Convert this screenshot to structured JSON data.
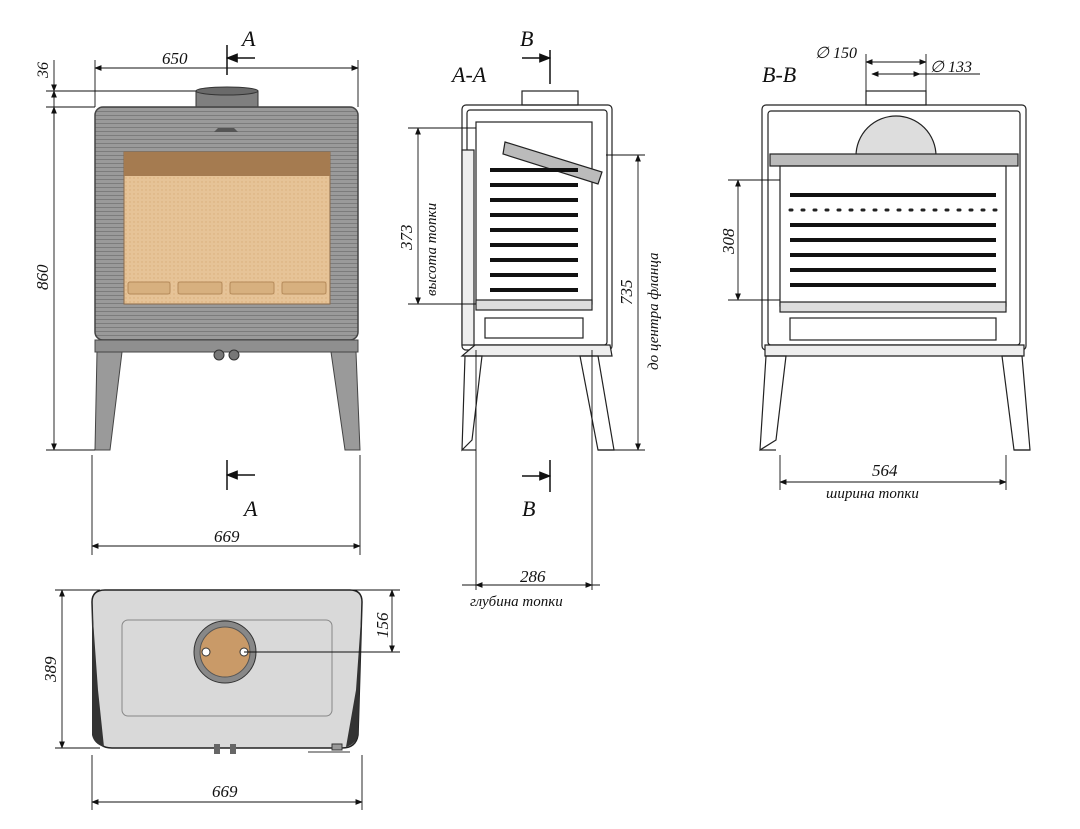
{
  "colors": {
    "stove_body": "#9a9a9a",
    "stove_dark": "#6e6e6e",
    "glass_fire": "#e9c79c",
    "glass_top": "#a67c52",
    "line": "#111111"
  },
  "front_view": {
    "dim_width_top": "650",
    "dim_flue_height": "36",
    "dim_height": "860",
    "dim_width_bottom": "669",
    "section_label_top": "A",
    "section_label_bottom": "A"
  },
  "section_aa": {
    "title": "A-A",
    "section_label_top": "B",
    "section_label_bottom": "B",
    "dim_firebox_height": "373",
    "label_firebox_height": "высота топки",
    "dim_flange_center": "735",
    "label_flange_center": "до центра фланца",
    "dim_firebox_depth": "286",
    "label_firebox_depth": "глубина топки"
  },
  "section_bb": {
    "title": "B-B",
    "dim_flue_outer": "∅ 150",
    "dim_flue_inner": "∅ 133",
    "dim_height": "308",
    "dim_firebox_width": "564",
    "label_firebox_width": "ширина топки"
  },
  "top_view": {
    "dim_depth": "389",
    "dim_flue_offset": "156",
    "dim_width": "669"
  }
}
